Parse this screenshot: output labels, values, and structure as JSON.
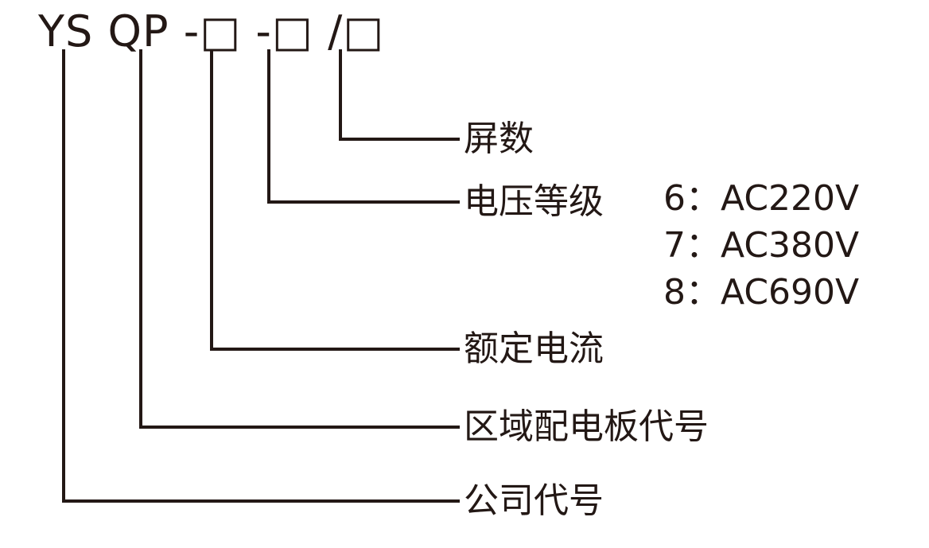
{
  "code": {
    "prefix1": "YS",
    "prefix2": "QP",
    "dash1": "-",
    "box1": "□",
    "dash2": "-",
    "box2": "□",
    "slash": "/",
    "box3": "□"
  },
  "labels": {
    "screens": "屏数",
    "voltage": "电压等级",
    "current": "额定电流",
    "region": "区域配电板代号",
    "company": "公司代号"
  },
  "voltage_options": [
    "6：AC220V",
    "7：AC380V",
    "8：AC690V"
  ],
  "line_color": "#231815"
}
